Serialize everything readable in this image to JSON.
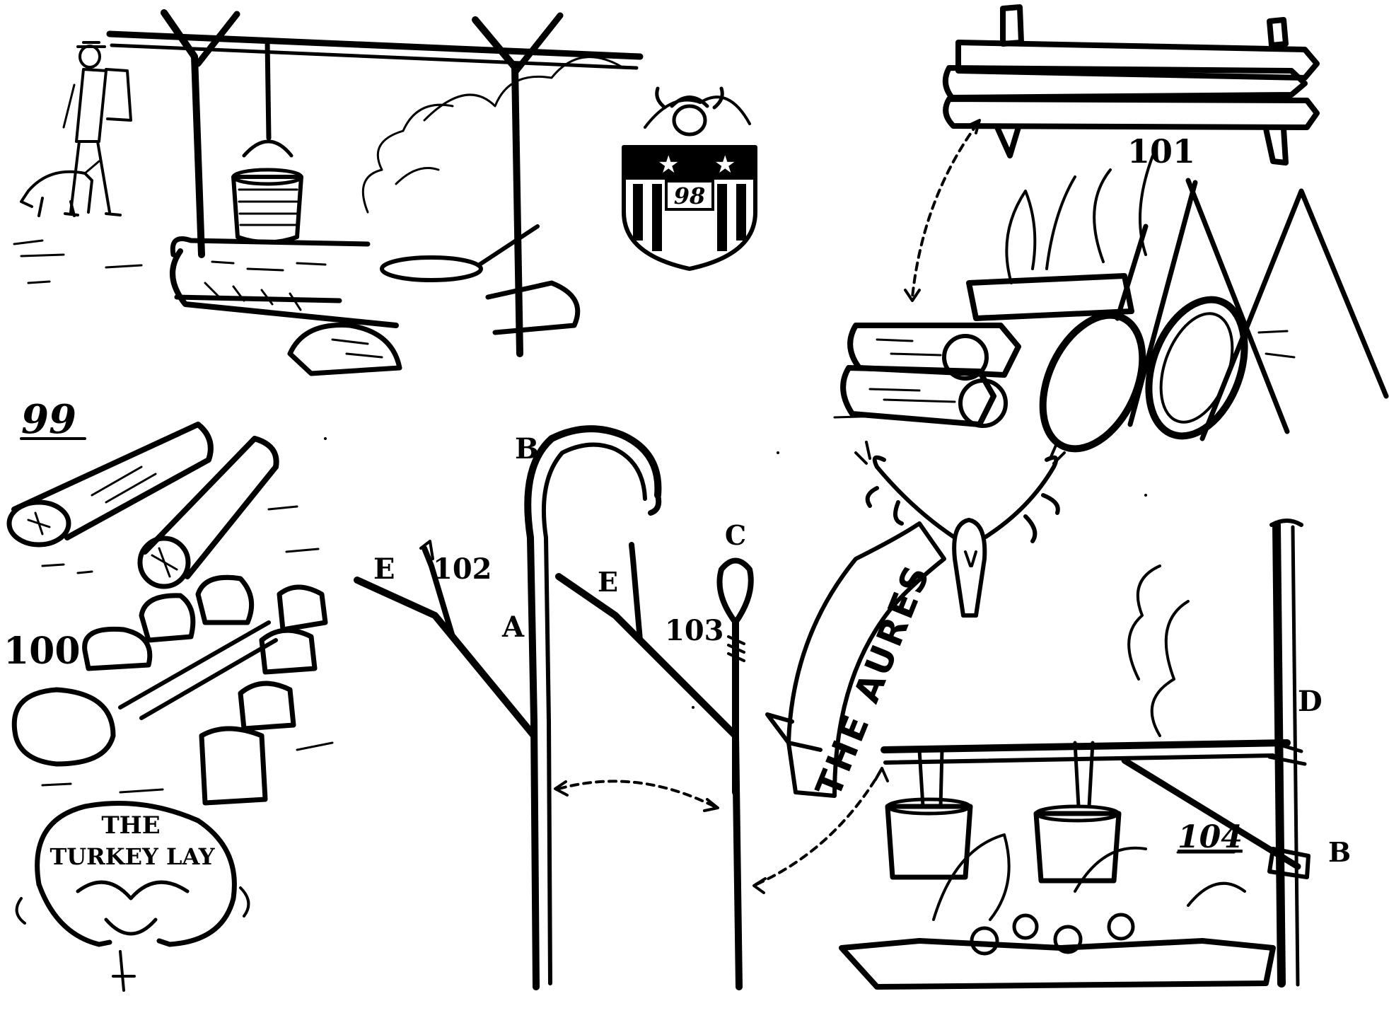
{
  "figures": {
    "fig98": {
      "number": "98"
    },
    "fig99": {
      "number": "99"
    },
    "fig100": {
      "number": "100"
    },
    "fig101": {
      "number": "101"
    },
    "fig102": {
      "number": "102",
      "letters": {
        "b": "B",
        "a": "A",
        "e": "E"
      }
    },
    "fig103": {
      "number": "103",
      "letters": {
        "c": "C",
        "e": "E"
      }
    },
    "fig104": {
      "number": "104",
      "letters": {
        "d": "D",
        "b": "B"
      }
    }
  },
  "emblems": {
    "banner": {
      "text": "THE AURES"
    },
    "seal": {
      "line1": "THE",
      "line2": "TURKEY LAY"
    }
  }
}
